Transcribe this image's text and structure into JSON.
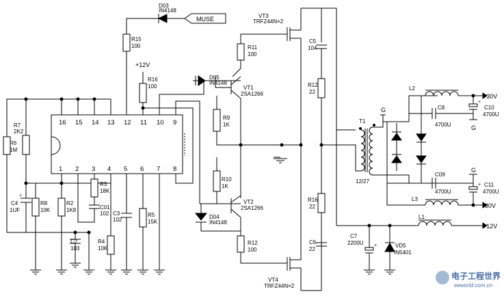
{
  "ic": {
    "pins_top": [
      "16",
      "15",
      "14",
      "13",
      "12",
      "11",
      "10",
      "9"
    ],
    "pins_bottom": [
      "1",
      "2",
      "3",
      "4",
      "5",
      "6",
      "7",
      "8"
    ]
  },
  "labels": {
    "muse": "MUSE",
    "d03": "D03",
    "d03_part": "IN4148",
    "r15": "R15",
    "r15_val": "100",
    "v12_top": "+12V",
    "r16a": "R16",
    "r16a_val": "100",
    "r7": "R7",
    "r7_val": "2K2",
    "r6": "R6",
    "r6_val": "1M",
    "c4": "C4",
    "c4_val": "1UF",
    "r8": "R8",
    "r8_val": "10K",
    "r2": "R2",
    "r2_val": "1K8",
    "r3": "R3",
    "r3_val": "18K",
    "c01": "C01",
    "c01_val": "102",
    "c3": "C3",
    "c3_val": "102",
    "r5": "R5",
    "r5_val": "15K",
    "c2": "C2",
    "c2_val": "103",
    "r4": "R4",
    "r4_val": "10K",
    "vt3": "VT3",
    "vt3_part": "TRFZ44N×2",
    "vt4": "VT4",
    "vt4_part": "TRFZ44N×2",
    "r11": "R11",
    "r11_val": "100",
    "r12a": "R12",
    "r12a_val": "100",
    "d05": "D05",
    "d05_part": "IN4148",
    "d04": "D04",
    "d04_part": "IN4148",
    "vt1": "VT1",
    "vt1_part": "2SA1266",
    "vt2": "VT2",
    "vt2_part": "2SA1266",
    "r9": "R9",
    "r9_val": "1K",
    "r10": "R10",
    "r10_val": "1K",
    "c5": "C5",
    "c5_val": "104",
    "r12b": "R12",
    "r12b_val": "22",
    "r16b": "R16",
    "r16b_val": "22",
    "c6": "C6",
    "c6_val": "22",
    "t1": "T1",
    "ratio": "12/27",
    "g1": "G",
    "g2": "G",
    "g3": "G",
    "l2": "L2",
    "l3": "L3",
    "l1": "L1",
    "c8": "C8",
    "c8_val": "4700U",
    "c09": "C09",
    "c09_val": "4700U",
    "c10": "C10",
    "c10_val": "4700U",
    "c11": "C11",
    "c11_val": "4700U",
    "p30": "+30V",
    "n30": "-30V",
    "p12": "+12V",
    "c7": "C7",
    "c7_val": "2200U",
    "vd5": "VD5",
    "vd5_part": "IN5401"
  },
  "watermark": {
    "brand": "电子工程世界",
    "site": "eeworld.com.cn"
  }
}
